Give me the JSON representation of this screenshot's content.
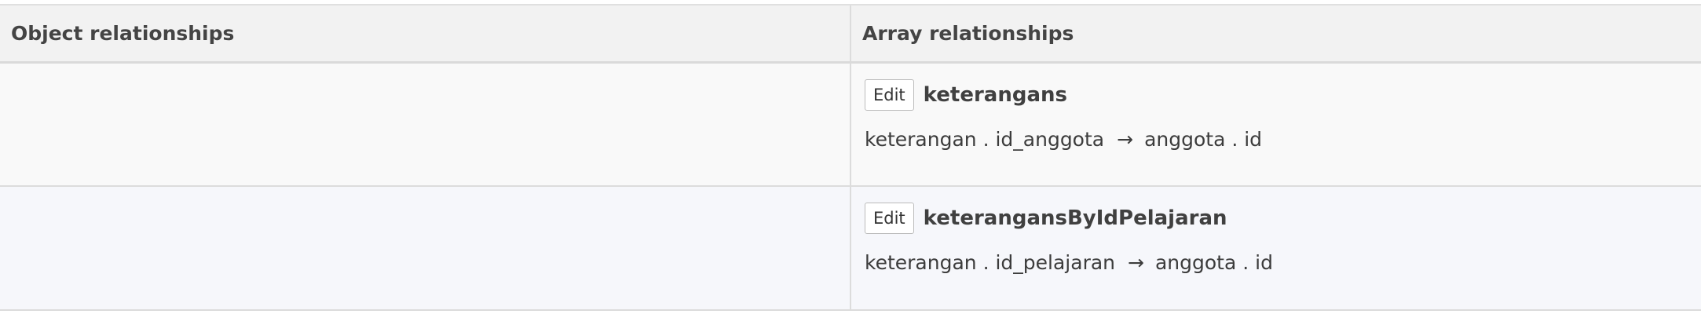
{
  "headers": {
    "object": "Object relationships",
    "array": "Array relationships"
  },
  "rows": [
    {
      "edit_label": "Edit",
      "name": "keterangans",
      "from": "keterangan . id_anggota",
      "arrow": "→",
      "to": "anggota . id"
    },
    {
      "edit_label": "Edit",
      "name": "keterangansByIdPelajaran",
      "from": "keterangan . id_pelajaran",
      "arrow": "→",
      "to": "anggota . id"
    }
  ]
}
